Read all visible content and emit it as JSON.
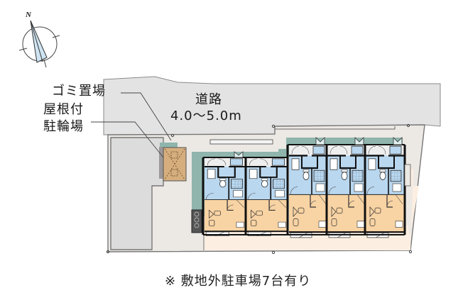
{
  "compass": {
    "north_label": "N",
    "icon": "north-arrow-compass"
  },
  "labels": {
    "trash_area": "ゴミ置場",
    "covered_bicycle_parking_line1": "屋根付",
    "covered_bicycle_parking_line2": "駐輪場",
    "road_name": "道路",
    "road_width": "4.0～5.0m"
  },
  "note": "※ 敷地外駐車場7台有り",
  "building": {
    "unit_count": 5,
    "left_wing_units": 2,
    "right_wing_units": 3
  },
  "colors": {
    "road": "#e3e3e3",
    "site": "#ece8e4",
    "parking_area": "#dcdcdc",
    "garden_band": "#fcefe2",
    "walkway": "#8fb5ad",
    "wet_area": "#b9d7ef",
    "living_room": "#f8d3a3",
    "trash_box": "#d6ae7e",
    "wall": "#111111",
    "compass_fill": "#cfe4f2"
  }
}
